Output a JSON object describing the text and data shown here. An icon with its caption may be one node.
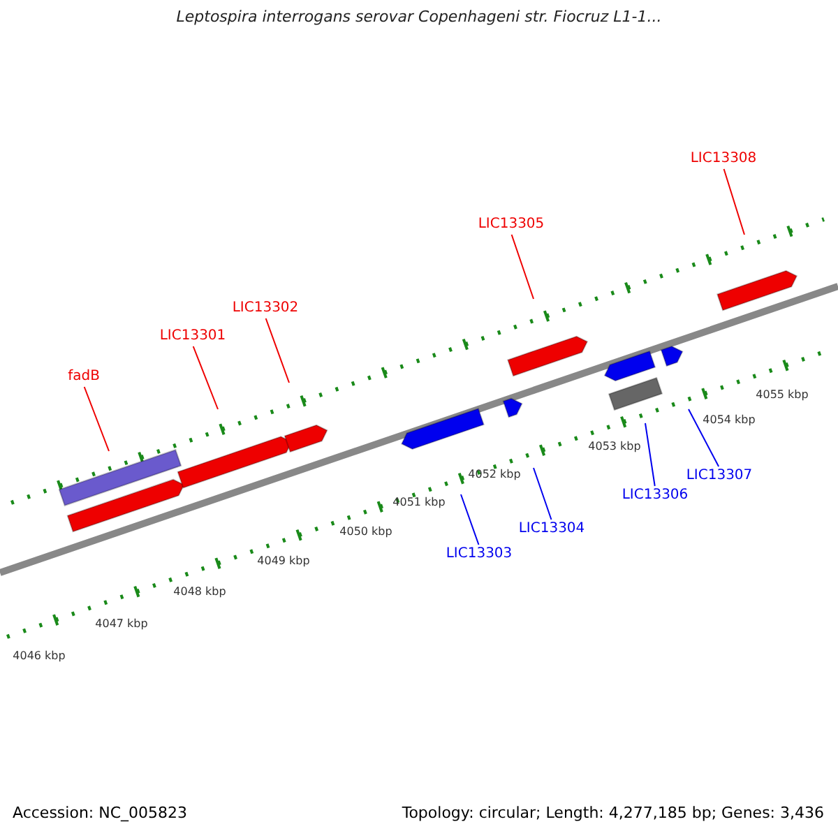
{
  "diagram": {
    "title": "Leptospira interrogans serovar Copenhageni str. Fiocruz L1-1...",
    "nodes": [
      {
        "text": [
          "fadB"
        ]
      },
      {
        "text": [
          "LIC13301"
        ]
      },
      {
        "text": [
          "LIC13302"
        ]
      },
      {
        "text": [
          "LIC13305"
        ]
      },
      {
        "text": [
          "LIC13308"
        ]
      },
      {
        "text": [
          "LIC13303"
        ]
      },
      {
        "text": [
          "LIC13304"
        ]
      },
      {
        "text": [
          "LIC13306"
        ]
      },
      {
        "text": [
          "LIC13307"
        ]
      }
    ],
    "edges": [
      {
        "from": 0,
        "to": null,
        "arrow": "none"
      },
      {
        "from": 1,
        "to": null,
        "arrow": "none"
      },
      {
        "from": 2,
        "to": null,
        "arrow": "none"
      },
      {
        "from": 3,
        "to": null,
        "arrow": "none"
      },
      {
        "from": 4,
        "to": null,
        "arrow": "none"
      },
      {
        "from": 5,
        "to": null,
        "arrow": "none",
        "color": "#0000ee"
      },
      {
        "from": 6,
        "to": null,
        "arrow": "none",
        "color": "#0000ee"
      },
      {
        "from": 7,
        "to": null,
        "arrow": "none",
        "color": "#0000ee"
      },
      {
        "from": 8,
        "to": null,
        "arrow": "none",
        "color": "#0000ee"
      }
    ],
    "labels": [
      "4046 kbp",
      "4047 kbp",
      "4048 kbp",
      "4049 kbp",
      "4050 kbp",
      "4051 kbp",
      "4052 kbp",
      "4053 kbp",
      "4054 kbp",
      "4055 kbp",
      "Accession: NC_005823",
      "Topology: circular; Length: 4,277,185 bp; Genes: 3,436"
    ]
  }
}
